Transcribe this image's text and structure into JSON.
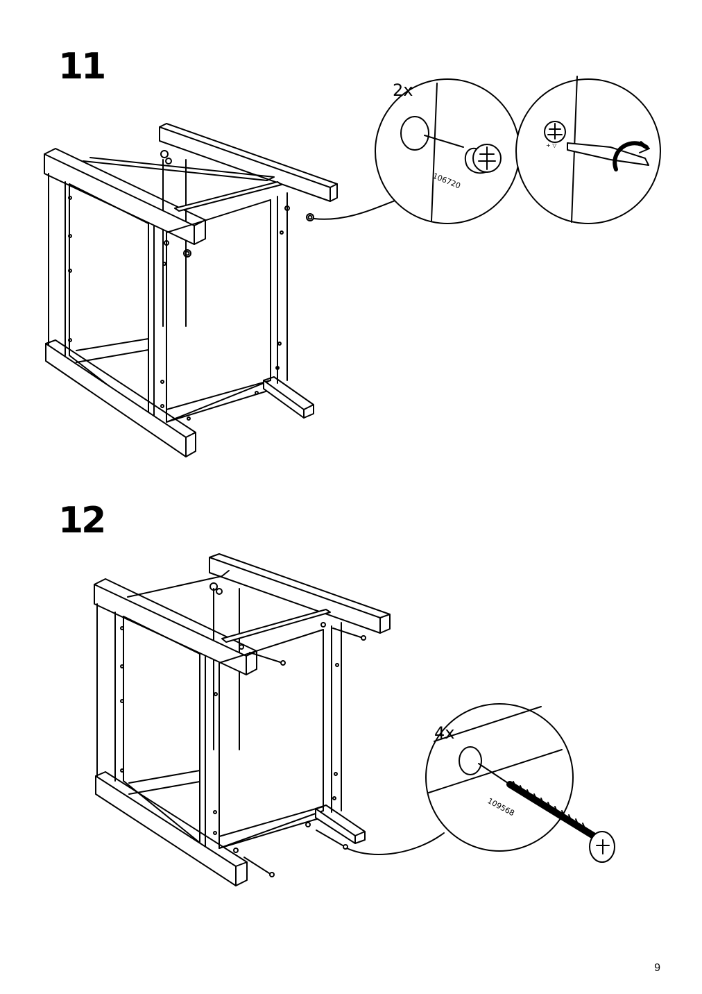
{
  "steps": [
    {
      "number": "11",
      "detail_quantity": "2x",
      "part_number": "106720"
    },
    {
      "number": "12",
      "detail_quantity": "4x",
      "part_number": "109568"
    }
  ],
  "page_number": "9",
  "colors": {
    "line": "#000000",
    "background": "#ffffff"
  }
}
